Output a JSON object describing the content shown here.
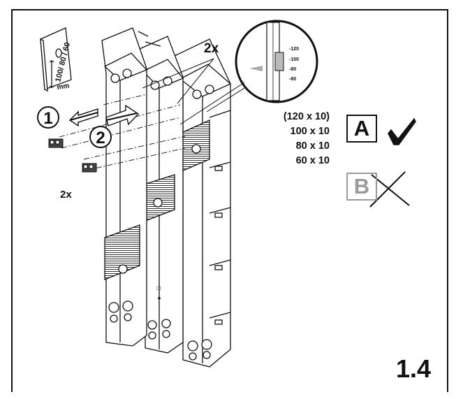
{
  "step_number": "1.4",
  "count_top": "2x",
  "count_left": "2x",
  "callout_1": "1",
  "callout_2": "2",
  "edge_dimension": "100/ 80 / 60",
  "edge_unit": "mm",
  "scale_ticks": [
    "-120",
    "-100",
    "-80",
    "-60"
  ],
  "sizes": [
    "(120 x 10)",
    "100 x 10",
    "80 x 10",
    "60 x 10"
  ],
  "option_a": "A",
  "option_b": "B",
  "colors": {
    "ink": "#111111",
    "muted": "#9a9a9a",
    "panel": "#ffffff",
    "hatch": "#555555"
  }
}
